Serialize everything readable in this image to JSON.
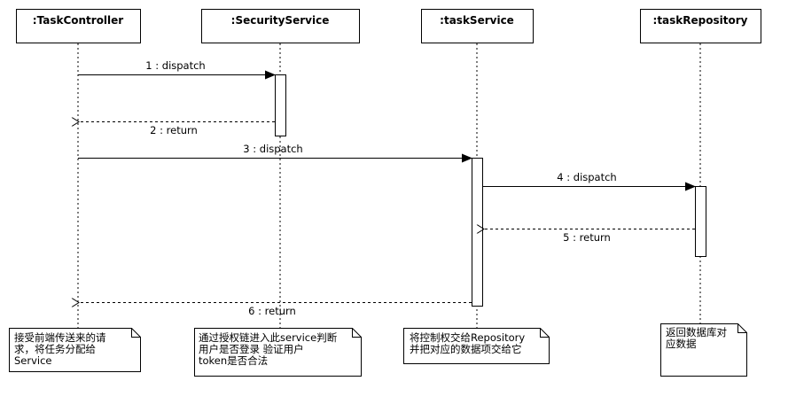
{
  "lifelines": [
    {
      "id": "tc",
      "title": ":TaskController"
    },
    {
      "id": "ss",
      "title": ":SecurityService"
    },
    {
      "id": "ts",
      "title": ":taskService"
    },
    {
      "id": "tr",
      "title": ":taskRepository"
    }
  ],
  "messages": [
    {
      "label": "1 : dispatch",
      "from": "tc",
      "to": "ss",
      "kind": "call"
    },
    {
      "label": "2 : return",
      "from": "ss",
      "to": "tc",
      "kind": "return"
    },
    {
      "label": "3 : dispatch",
      "from": "tc",
      "to": "ts",
      "kind": "call"
    },
    {
      "label": "4 : dispatch",
      "from": "ts",
      "to": "tr",
      "kind": "call"
    },
    {
      "label": "5 : return",
      "from": "tr",
      "to": "ts",
      "kind": "return"
    },
    {
      "label": "6 : return",
      "from": "ts",
      "to": "tc",
      "kind": "return"
    }
  ],
  "notes": [
    {
      "attached_to": "tc",
      "lines": [
        "接受前端传送来的请",
        "求，将任务分配给",
        "Service"
      ]
    },
    {
      "attached_to": "ss",
      "lines": [
        "通过授权链进入此service判断",
        "用户是否登录 验证用户",
        "token是否合法"
      ]
    },
    {
      "attached_to": "ts",
      "lines": [
        "将控制权交给Repository",
        "并把对应的数据项交给它"
      ]
    },
    {
      "attached_to": "tr",
      "lines": [
        "返回数据库对",
        "应数据"
      ]
    }
  ]
}
